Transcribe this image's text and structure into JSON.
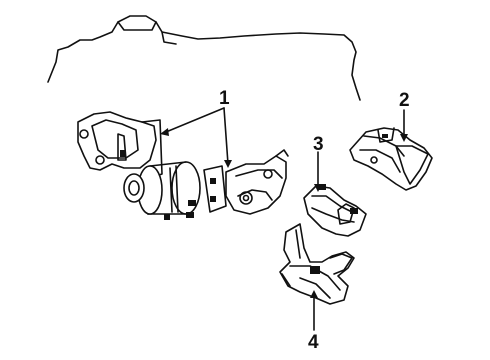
{
  "diagram": {
    "type": "exploded-parts-diagram",
    "callouts": [
      {
        "id": "1",
        "label": "1"
      },
      {
        "id": "2",
        "label": "2"
      },
      {
        "id": "3",
        "label": "3"
      },
      {
        "id": "4",
        "label": "4"
      }
    ],
    "colors": {
      "ink": "#111111",
      "background": "#ffffff"
    }
  }
}
